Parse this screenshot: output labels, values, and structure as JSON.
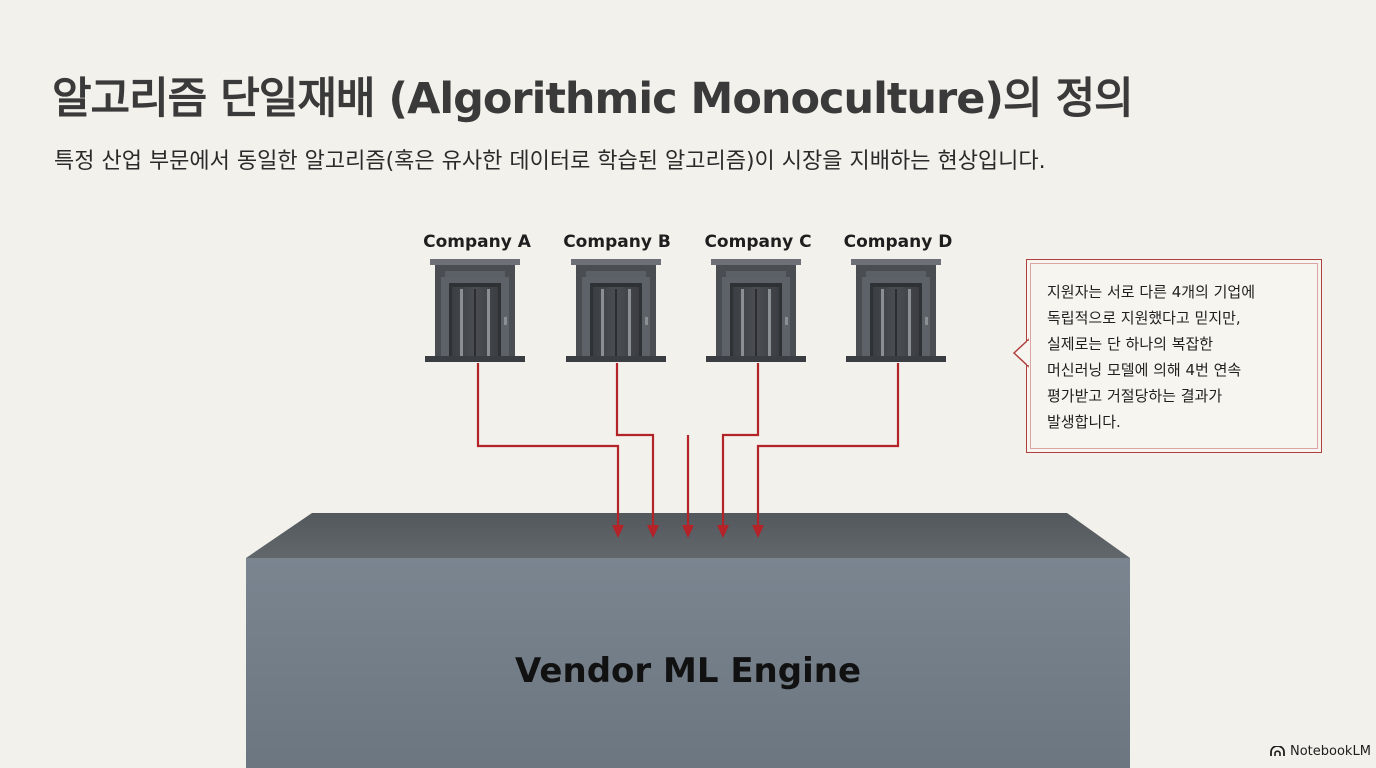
{
  "title": "알고리즘 단일재배 (Algorithmic Monoculture)의 정의",
  "subtitle": "특정 산업 부문에서 동일한 알고리즘(혹은 유사한 데이터로 학습된 알고리즘)이 시장을 지배하는 현상입니다.",
  "companies": [
    {
      "name": "Company A"
    },
    {
      "name": "Company B"
    },
    {
      "name": "Company C"
    },
    {
      "name": "Company D"
    }
  ],
  "engine": {
    "label": "Vendor ML Engine"
  },
  "callout": {
    "lines": [
      "지원자는 서로 다른 4개의 기업에",
      "독립적으로 지원했다고 믿지만,",
      "실제로는 단 하나의 복잡한",
      "머신러닝 모델에 의해 4번 연속",
      "평가받고 거절당하는 결과가",
      "발생합니다."
    ]
  },
  "brand": {
    "label": "NotebookLM",
    "icon": "notebooklm-logo-icon"
  },
  "colors": {
    "background": "#f3f1eb",
    "arrow": "#b32328",
    "engine_top": "#5c6165",
    "engine_front": "#75808a",
    "building": "#4a4e53"
  }
}
